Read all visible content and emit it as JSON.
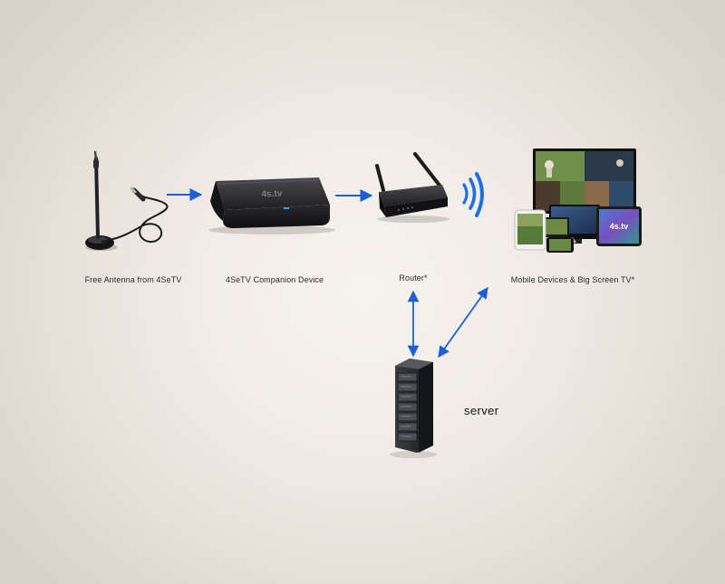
{
  "nodes": {
    "antenna": {
      "label": "Free Antenna from 4SeTV"
    },
    "companion": {
      "label": "4SeTV Companion Device",
      "logo_text": "4s.tv"
    },
    "router": {
      "label": "Router*"
    },
    "mobile": {
      "label": "Mobile Devices & Big Screen TV*",
      "tablet_logo_text": "4s.tv"
    },
    "server": {
      "label": "server"
    }
  },
  "icons": [
    "antenna-icon",
    "companion-device-icon",
    "router-icon",
    "wifi-signal-icon",
    "devices-icon",
    "server-icon"
  ],
  "colors": {
    "arrow": "#1a5fd6",
    "device_dark": "#1c1c1e",
    "wifi": "#1e6fe0"
  }
}
